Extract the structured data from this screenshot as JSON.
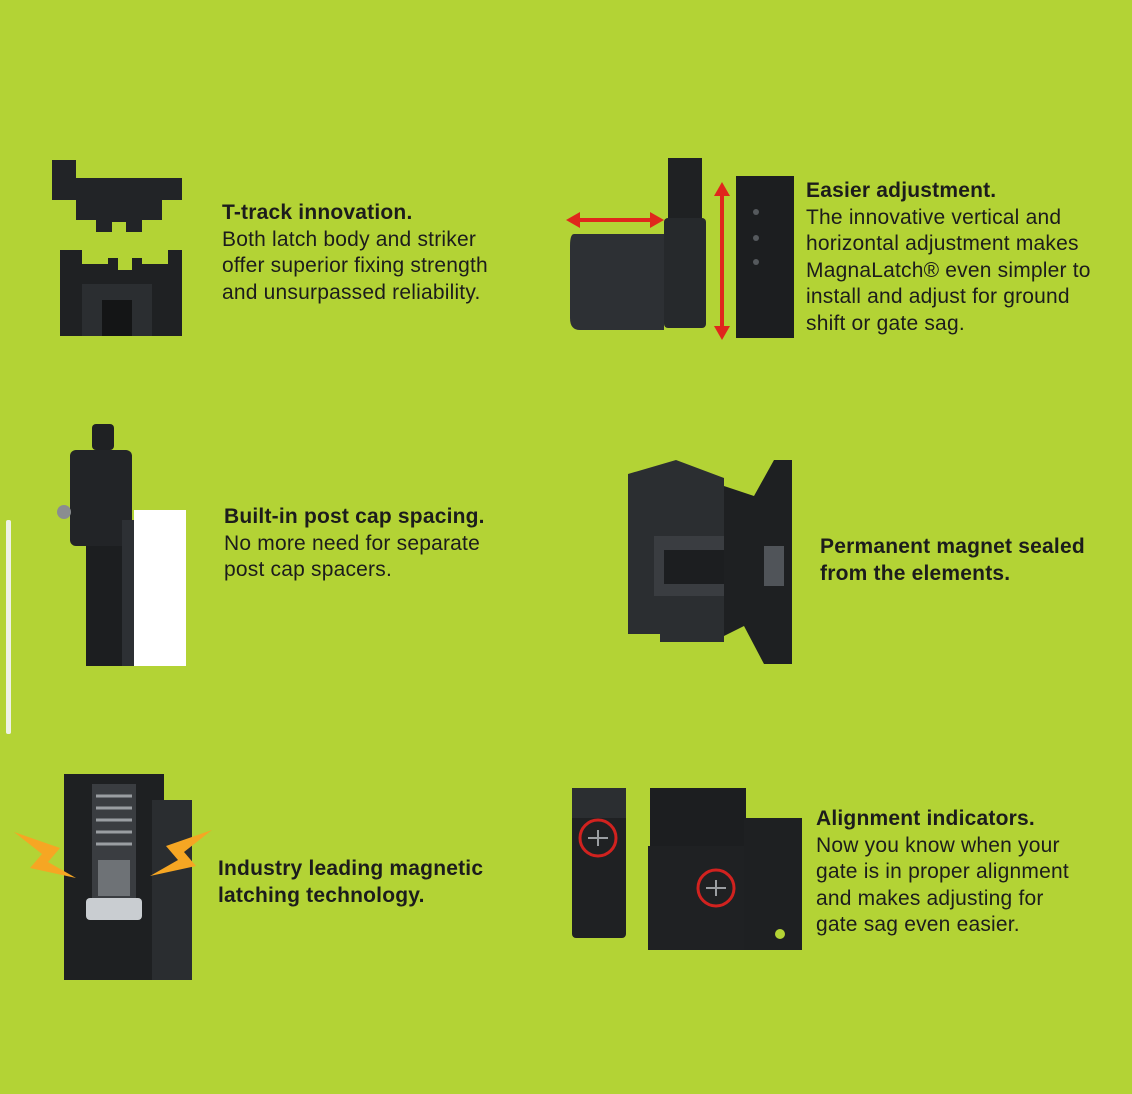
{
  "colors": {
    "background": "#b3d335",
    "text": "#1c1c1c",
    "product": "#1e2022",
    "arrow": "#e0261c",
    "bolt": "#f6a623",
    "indicator": "#d1221f"
  },
  "features": [
    {
      "id": "t-track",
      "icon": "t-track-profile-icon",
      "title": "T-track innovation.",
      "body": "Both latch body and striker\noffer superior fixing strength\nand unsurpassed reliability."
    },
    {
      "id": "adjustment",
      "icon": "adjustment-arrows-icon",
      "title": "Easier adjustment.",
      "body": "The innovative vertical and\nhorizontal adjustment makes\nMagnaLatch® even simpler to\ninstall and adjust for ground\nshift or gate sag."
    },
    {
      "id": "post-cap",
      "icon": "post-cap-icon",
      "title": "Built-in post cap spacing.",
      "body": "No more need for separate\npost cap spacers."
    },
    {
      "id": "magnet",
      "icon": "sealed-magnet-icon",
      "title": "Permanent magnet sealed\nfrom the elements.",
      "body": ""
    },
    {
      "id": "magnetic-latching",
      "icon": "magnetic-latch-cutaway-icon",
      "title": "Industry leading magnetic\nlatching technology.",
      "body": ""
    },
    {
      "id": "alignment",
      "icon": "alignment-indicator-icon",
      "title": "Alignment indicators.",
      "body": "Now you know when your\ngate is in proper alignment\nand makes adjusting for\ngate sag even easier."
    }
  ]
}
